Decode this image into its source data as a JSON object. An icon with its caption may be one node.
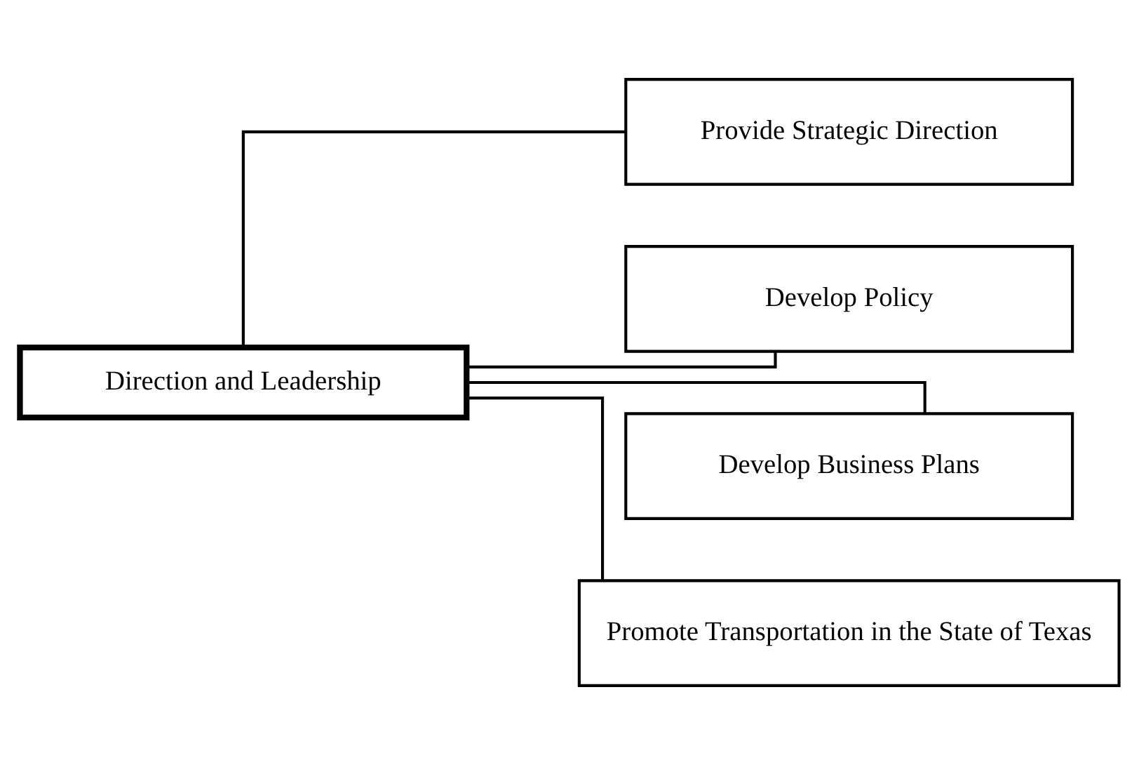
{
  "diagram": {
    "nodes": [
      {
        "text": [
          "Direction and Leadership"
        ]
      },
      {
        "text": [
          "Provide Strategic Direction"
        ]
      },
      {
        "text": [
          "Develop Policy"
        ]
      },
      {
        "text": [
          "Develop Business Plans"
        ]
      },
      {
        "text": [
          "Promote Transportation in the State of Texas"
        ]
      }
    ],
    "edges": [
      {
        "from": 0,
        "to": 1,
        "arrow": "none"
      },
      {
        "from": 0,
        "to": 2,
        "arrow": "none"
      },
      {
        "from": 0,
        "to": 3,
        "arrow": "none"
      },
      {
        "from": 0,
        "to": 4,
        "arrow": "none"
      }
    ]
  }
}
